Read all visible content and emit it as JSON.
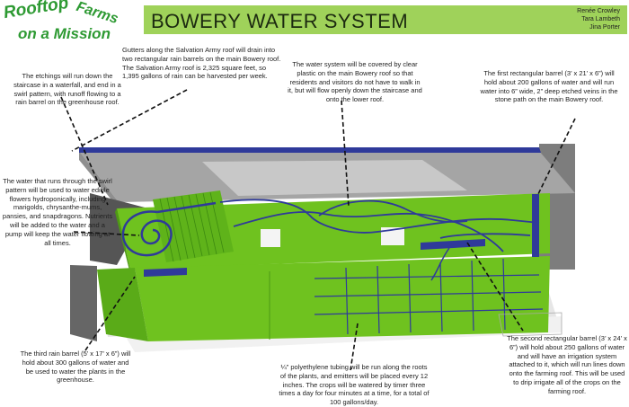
{
  "logo": {
    "line1": "Rooftop",
    "line2": "Farms",
    "line3": "on a Mission"
  },
  "header": {
    "title": "BOWERY WATER SYSTEM",
    "authors": [
      "Renée Crowley",
      "Tara Lambeth",
      "Jina Porter"
    ]
  },
  "annotations": {
    "etchings": "The etchings will run down the staircase in a waterfall, and end in a swirl pattern, with runoff flowing to a rain barrel on the greenhouse roof.",
    "gutters": "Gutters along the Salvation Army roof will drain into two rectangular rain barrels on the main Bowery roof. The Salvation Army roof is 2,325 square feet, so 1,395 gallons of rain can be harvested per week.",
    "cover": "The water system will be covered by clear plastic on the main Bowery roof so that residents and visitors do not have to walk in it, but will flow openly down the staircase and onto the lower roof.",
    "first_barrel": "The first rectangular barrel (3’ x 21’ x 6”) will hold about 200 gallons of water and will run water into 6” wide, 2” deep etched veins in the stone path on the main Bowery roof.",
    "swirl_water": "The water that runs through the swirl pattern will be used to water edible flowers hydroponically, including marigolds, chrysanthe-mums, pansies, and snapdragons. Nutrients will be added to the water and a pump will keep the water flowing at all times.",
    "third_barrel": "The third rain barrel (5’ x 17’ x 6”) will hold about 300 gallons of water and be used to water the plants in the greenhouse.",
    "tubing": "¼” polyethylene tubing will be run along the roots of the plants, and emitters will be placed every 12 inches. The crops will be watered by timer three times a day for four minutes at a time, for a total of 100 gallons/day.",
    "second_barrel": "The second rectangular barrel (3’ x 24’ x 6”) will hold about 250 gallons of water and will have an irrigation system attached to it, which will run lines down onto the farming roof. This will be used to drip irrigate all of the crops on the farming roof."
  },
  "colors": {
    "green": "#6fc21f",
    "green_dark": "#4e9a14",
    "blue": "#2f3a9a",
    "gray_dark": "#7a7a7a",
    "gray": "#a9a9a9",
    "gray_light": "#d8d8d8",
    "banner": "#9fd25a"
  }
}
